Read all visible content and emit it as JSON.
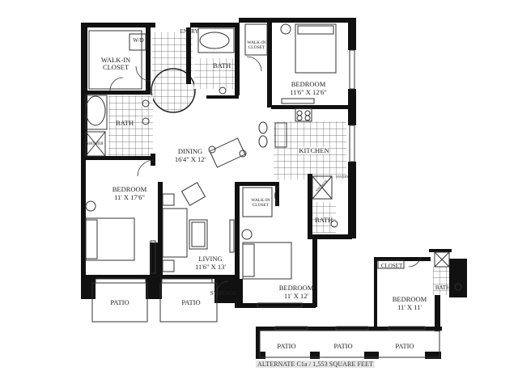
{
  "plan": {
    "caption": "ALTERNATE C1a / 1,553 SQUARE FEET",
    "rooms": {
      "entry": {
        "name": "ENTRY"
      },
      "wd": {
        "name": "W/D"
      },
      "walkin_closet_main": {
        "name": "WALK-IN CLOSET"
      },
      "bath_master": {
        "name": "BATH"
      },
      "shower_master": {
        "name": "SHOWER"
      },
      "bath_hall": {
        "name": "BATH"
      },
      "walkin_closet_top": {
        "name": "WALK-IN CLOSET"
      },
      "bedroom_top": {
        "name": "BEDROOM",
        "dims": "11'6\" X 12'6\""
      },
      "kitchen": {
        "name": "KITCHEN"
      },
      "pantry": {
        "name": "PANTRY"
      },
      "dining": {
        "name": "DINING",
        "dims": "16'4\" X 12'"
      },
      "bedroom_left": {
        "name": "BEDROOM",
        "dims": "11' X 17'6\""
      },
      "living": {
        "name": "LIVING",
        "dims": "11'6\" X 13'"
      },
      "walkin_closet_mid": {
        "name": "WALK-IN CLOSET"
      },
      "shower_mid": {
        "name": "SHOWER"
      },
      "bath_mid": {
        "name": "BATH"
      },
      "bedroom_mid": {
        "name": "BEDROOM",
        "dims": "11' X 12'"
      },
      "patio_1": {
        "name": "PATIO"
      },
      "patio_2": {
        "name": "PATIO"
      },
      "storage": {
        "name": "STORAGE"
      },
      "closet_alt": {
        "name": "CLOSET"
      },
      "bedroom_alt": {
        "name": "BEDROOM",
        "dims": "11' X 11'"
      },
      "bath_alt": {
        "name": "BATH"
      },
      "patio_3": {
        "name": "PATIO"
      },
      "patio_4": {
        "name": "PATIO"
      },
      "patio_5": {
        "name": "PATIO"
      }
    },
    "colors": {
      "wall": "#111111",
      "tile": "#444444",
      "caption_bg": "#e6e6e6"
    }
  }
}
